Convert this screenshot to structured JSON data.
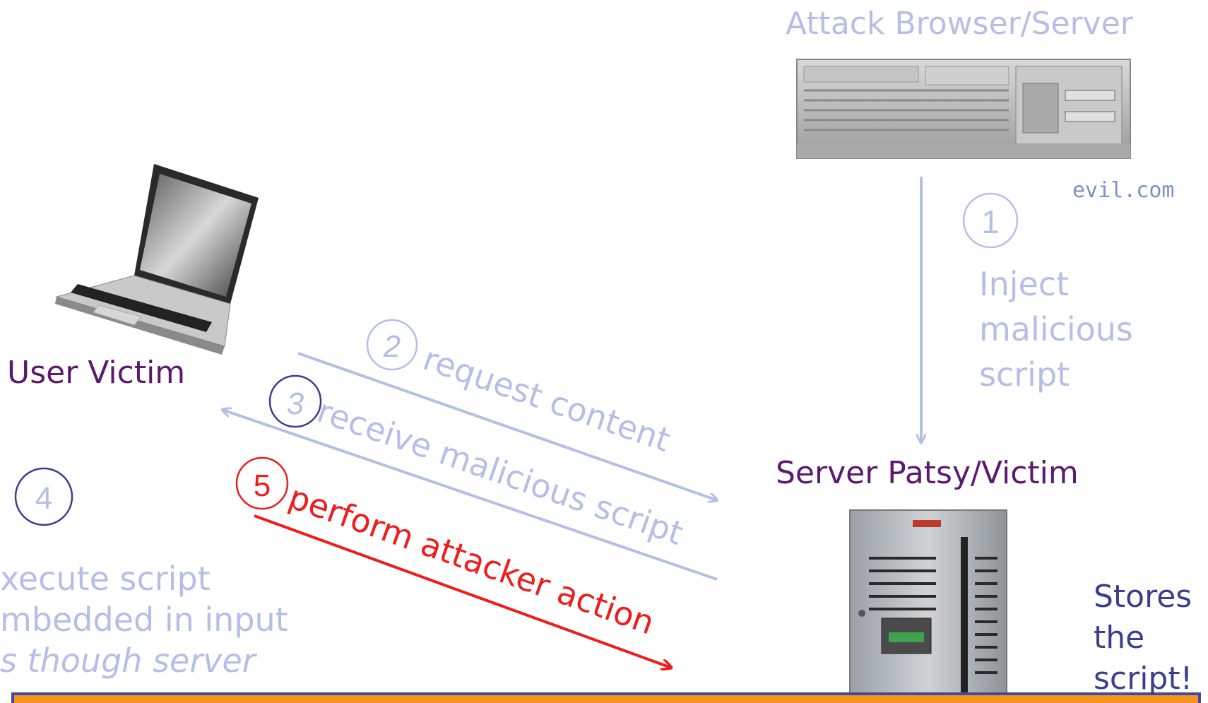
{
  "nodes": {
    "attacker": {
      "label": "Attack Browser/Server",
      "domain": "evil.com"
    },
    "victim": {
      "label": "User Victim"
    },
    "server": {
      "label": "Server Patsy/Victim"
    }
  },
  "steps": [
    {
      "num": "1",
      "text": "Inject malicious script",
      "lines": [
        "Inject",
        "malicious",
        "script"
      ]
    },
    {
      "num": "2",
      "text": "request content"
    },
    {
      "num": "3",
      "text": "receive malicious script"
    },
    {
      "num": "4",
      "text": "execute script embedded in input as though server",
      "lines": [
        "xecute script",
        "mbedded in input",
        "s though server"
      ]
    },
    {
      "num": "5",
      "text": "perform attacker action"
    }
  ],
  "server_note": {
    "lines": [
      "Stores",
      "the",
      "script!"
    ]
  },
  "colors": {
    "light": "#b4bfe6",
    "purple": "#5a1a6e",
    "navy": "#3a3f8c",
    "red": "#ee1c1c",
    "bar": "#f7941d",
    "bar_border": "#3f4aa1"
  }
}
